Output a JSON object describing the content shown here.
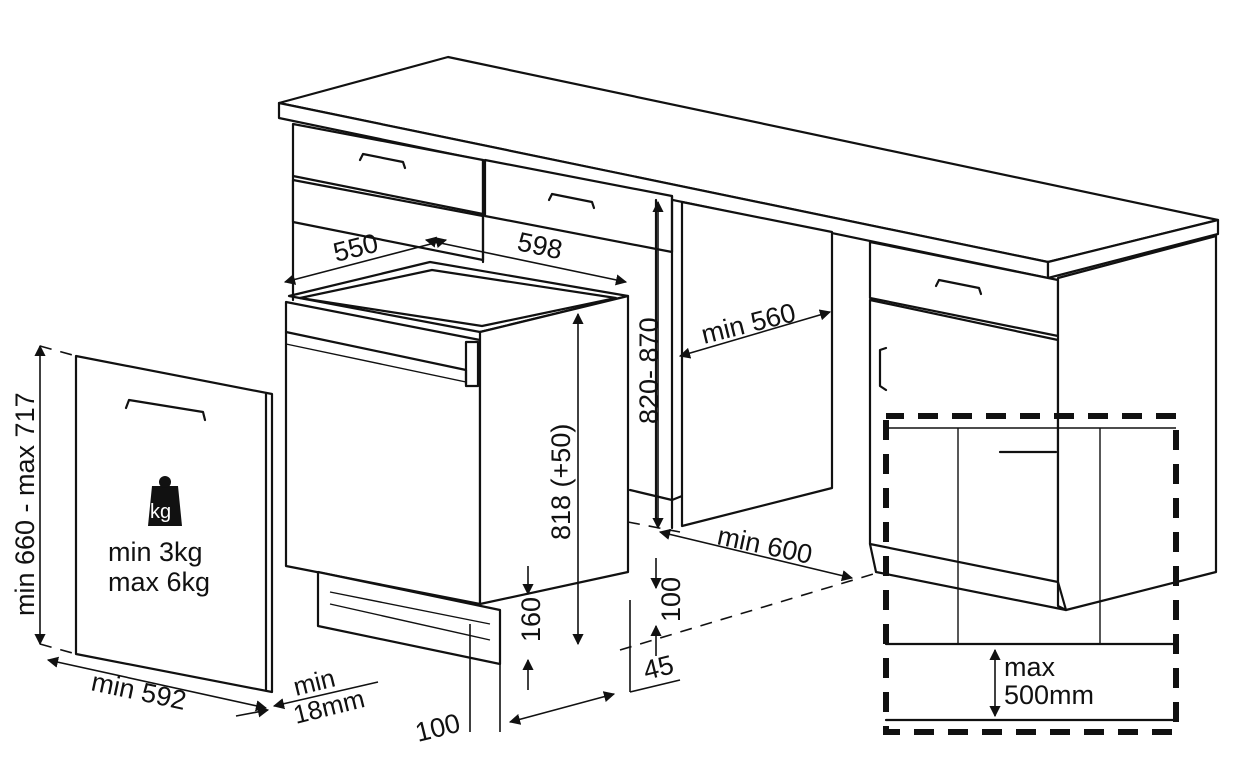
{
  "labels": {
    "depth": "550",
    "width": "598",
    "counter_height": "820- 870",
    "niche_width": "min 560",
    "niche_depth": "min 600",
    "appliance_height": "818 (+50)",
    "panel_height": "min 660 - max 717",
    "panel_width": "min 592",
    "panel_thickness_1": "min",
    "panel_thickness_2": "18mm",
    "plinth_height": "160",
    "plinth_gap": "100",
    "plinth_depth": "45",
    "bottom_offset": "100",
    "weight_icon": "kg",
    "weight_min": "min  3kg",
    "weight_max": "max 6kg",
    "max_height_1": "max",
    "max_height_2": "500mm"
  },
  "icons": [
    "kg-weight-icon",
    "drawer-handle-icon",
    "door-handle-icon"
  ]
}
